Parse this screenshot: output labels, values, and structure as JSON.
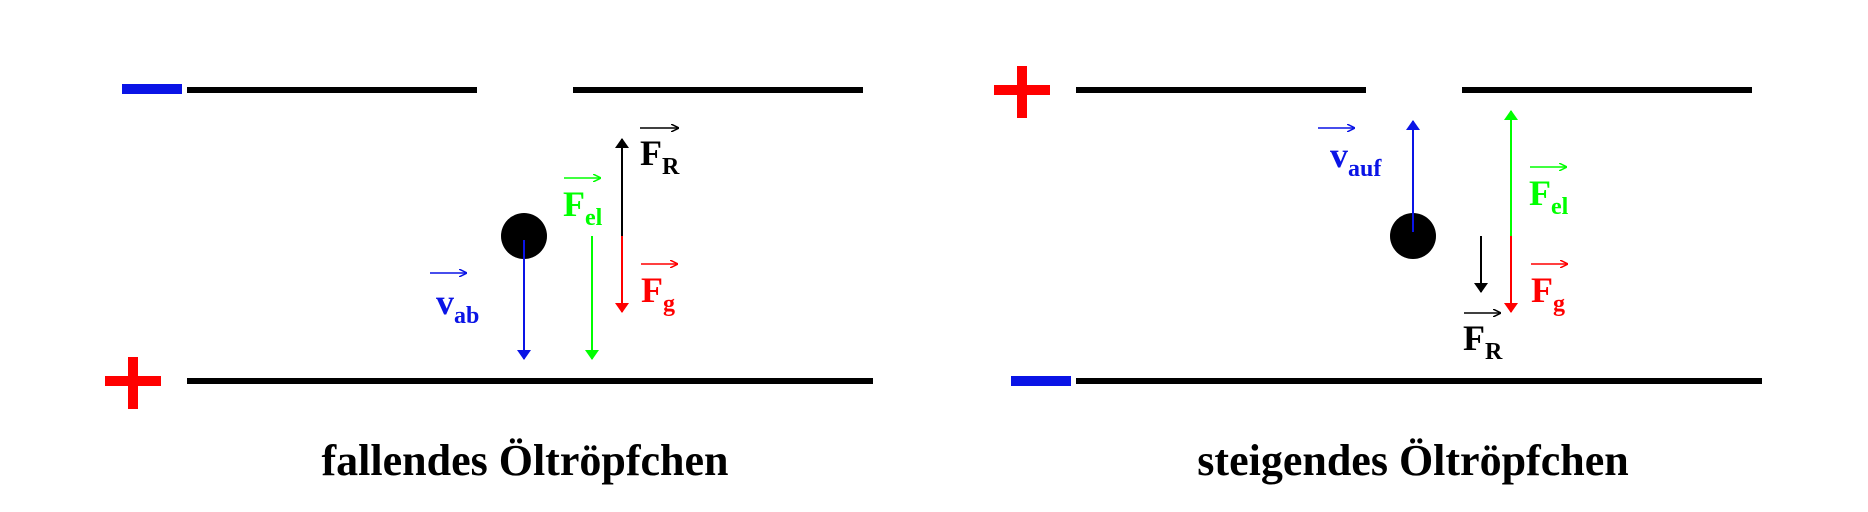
{
  "colors": {
    "plate": "#000000",
    "negative": "#0a14e6",
    "positive": "#ff0000",
    "velocity": "#0a14e6",
    "electric_force": "#00ff00",
    "gravity_force": "#ff0000",
    "friction_force": "#000000",
    "droplet": "#000000"
  },
  "panels": [
    {
      "caption": "fallendes Öltröpfchen",
      "top_sign": "minus",
      "bottom_sign": "plus",
      "labels": {
        "velocity": {
          "main": "v",
          "sub": "ab"
        },
        "friction": {
          "main": "F",
          "sub": "R"
        },
        "electric": {
          "main": "F",
          "sub": "el"
        },
        "gravity": {
          "main": "F",
          "sub": "g"
        }
      }
    },
    {
      "caption": "steigendes Öltröpfchen",
      "top_sign": "plus",
      "bottom_sign": "minus",
      "labels": {
        "velocity": {
          "main": "v",
          "sub": "auf"
        },
        "friction": {
          "main": "F",
          "sub": "R"
        },
        "electric": {
          "main": "F",
          "sub": "el"
        },
        "gravity": {
          "main": "F",
          "sub": "g"
        }
      }
    }
  ]
}
